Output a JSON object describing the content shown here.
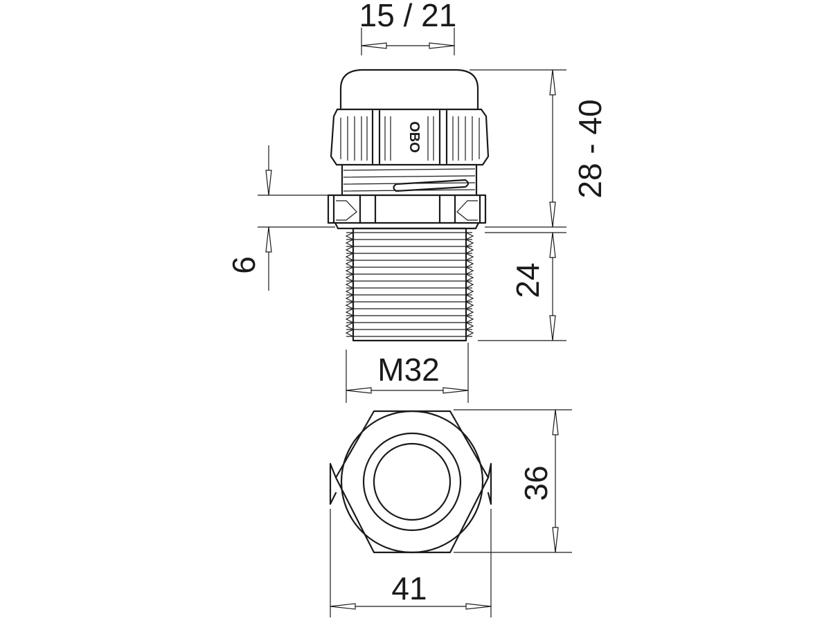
{
  "dimensions": {
    "cable_range": "15 / 21",
    "height_range": "28 - 40",
    "seal_height": "6",
    "thread_length": "24",
    "thread_size": "M32",
    "hex_height": "36",
    "hex_width": "41"
  },
  "brand_mark": "OBO",
  "colors": {
    "line": "#1a1a1a",
    "background": "#ffffff"
  }
}
